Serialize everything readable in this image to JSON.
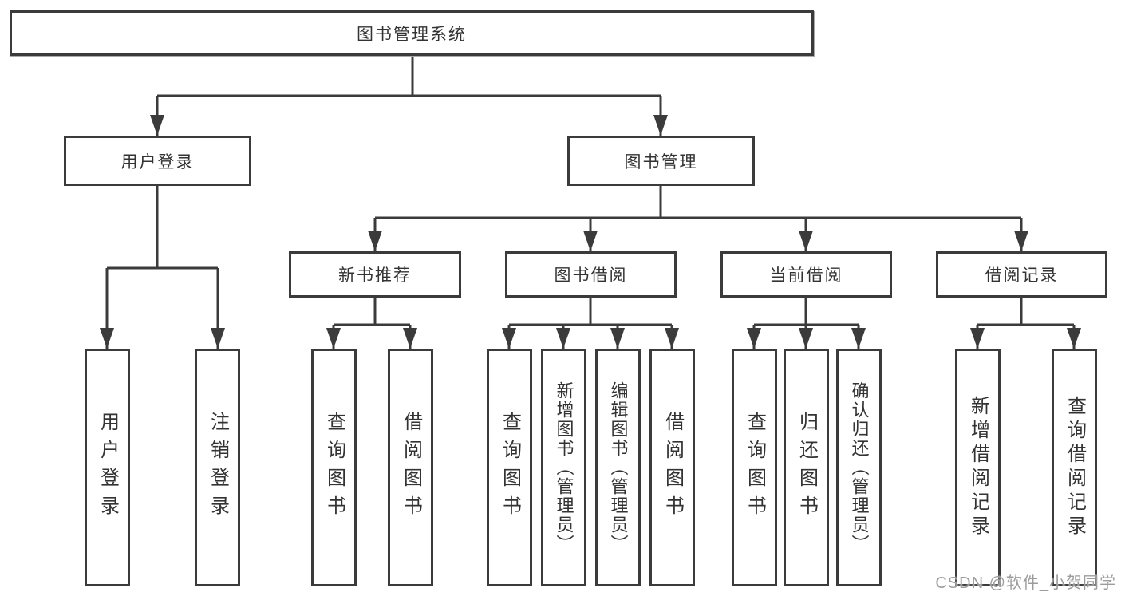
{
  "root": {
    "label": "图书管理系统"
  },
  "level2": {
    "user_login": {
      "label": "用户登录",
      "children": [
        "用户登录",
        "注销登录"
      ]
    },
    "book_management": {
      "label": "图书管理"
    }
  },
  "level3": {
    "new_book_recommend": {
      "label": "新书推荐",
      "children": [
        "查询图书",
        "借阅图书"
      ]
    },
    "book_borrow": {
      "label": "图书借阅",
      "children": [
        "查询图书",
        "新增图书（管理员）",
        "编辑图书（管理员）",
        "借阅图书"
      ]
    },
    "current_borrow": {
      "label": "当前借阅",
      "children": [
        "查询图书",
        "归还图书",
        "确认归还（管理员）"
      ]
    },
    "borrow_records": {
      "label": "借阅记录",
      "children": [
        "新增借阅记录",
        "查询借阅记录"
      ]
    }
  },
  "watermark": {
    "text": "CSDN @软件_小贺同学"
  },
  "colors": {
    "line": "#3b3b3b",
    "text": "#333333",
    "watermark": "#9c9c9c",
    "background": "#ffffff"
  }
}
